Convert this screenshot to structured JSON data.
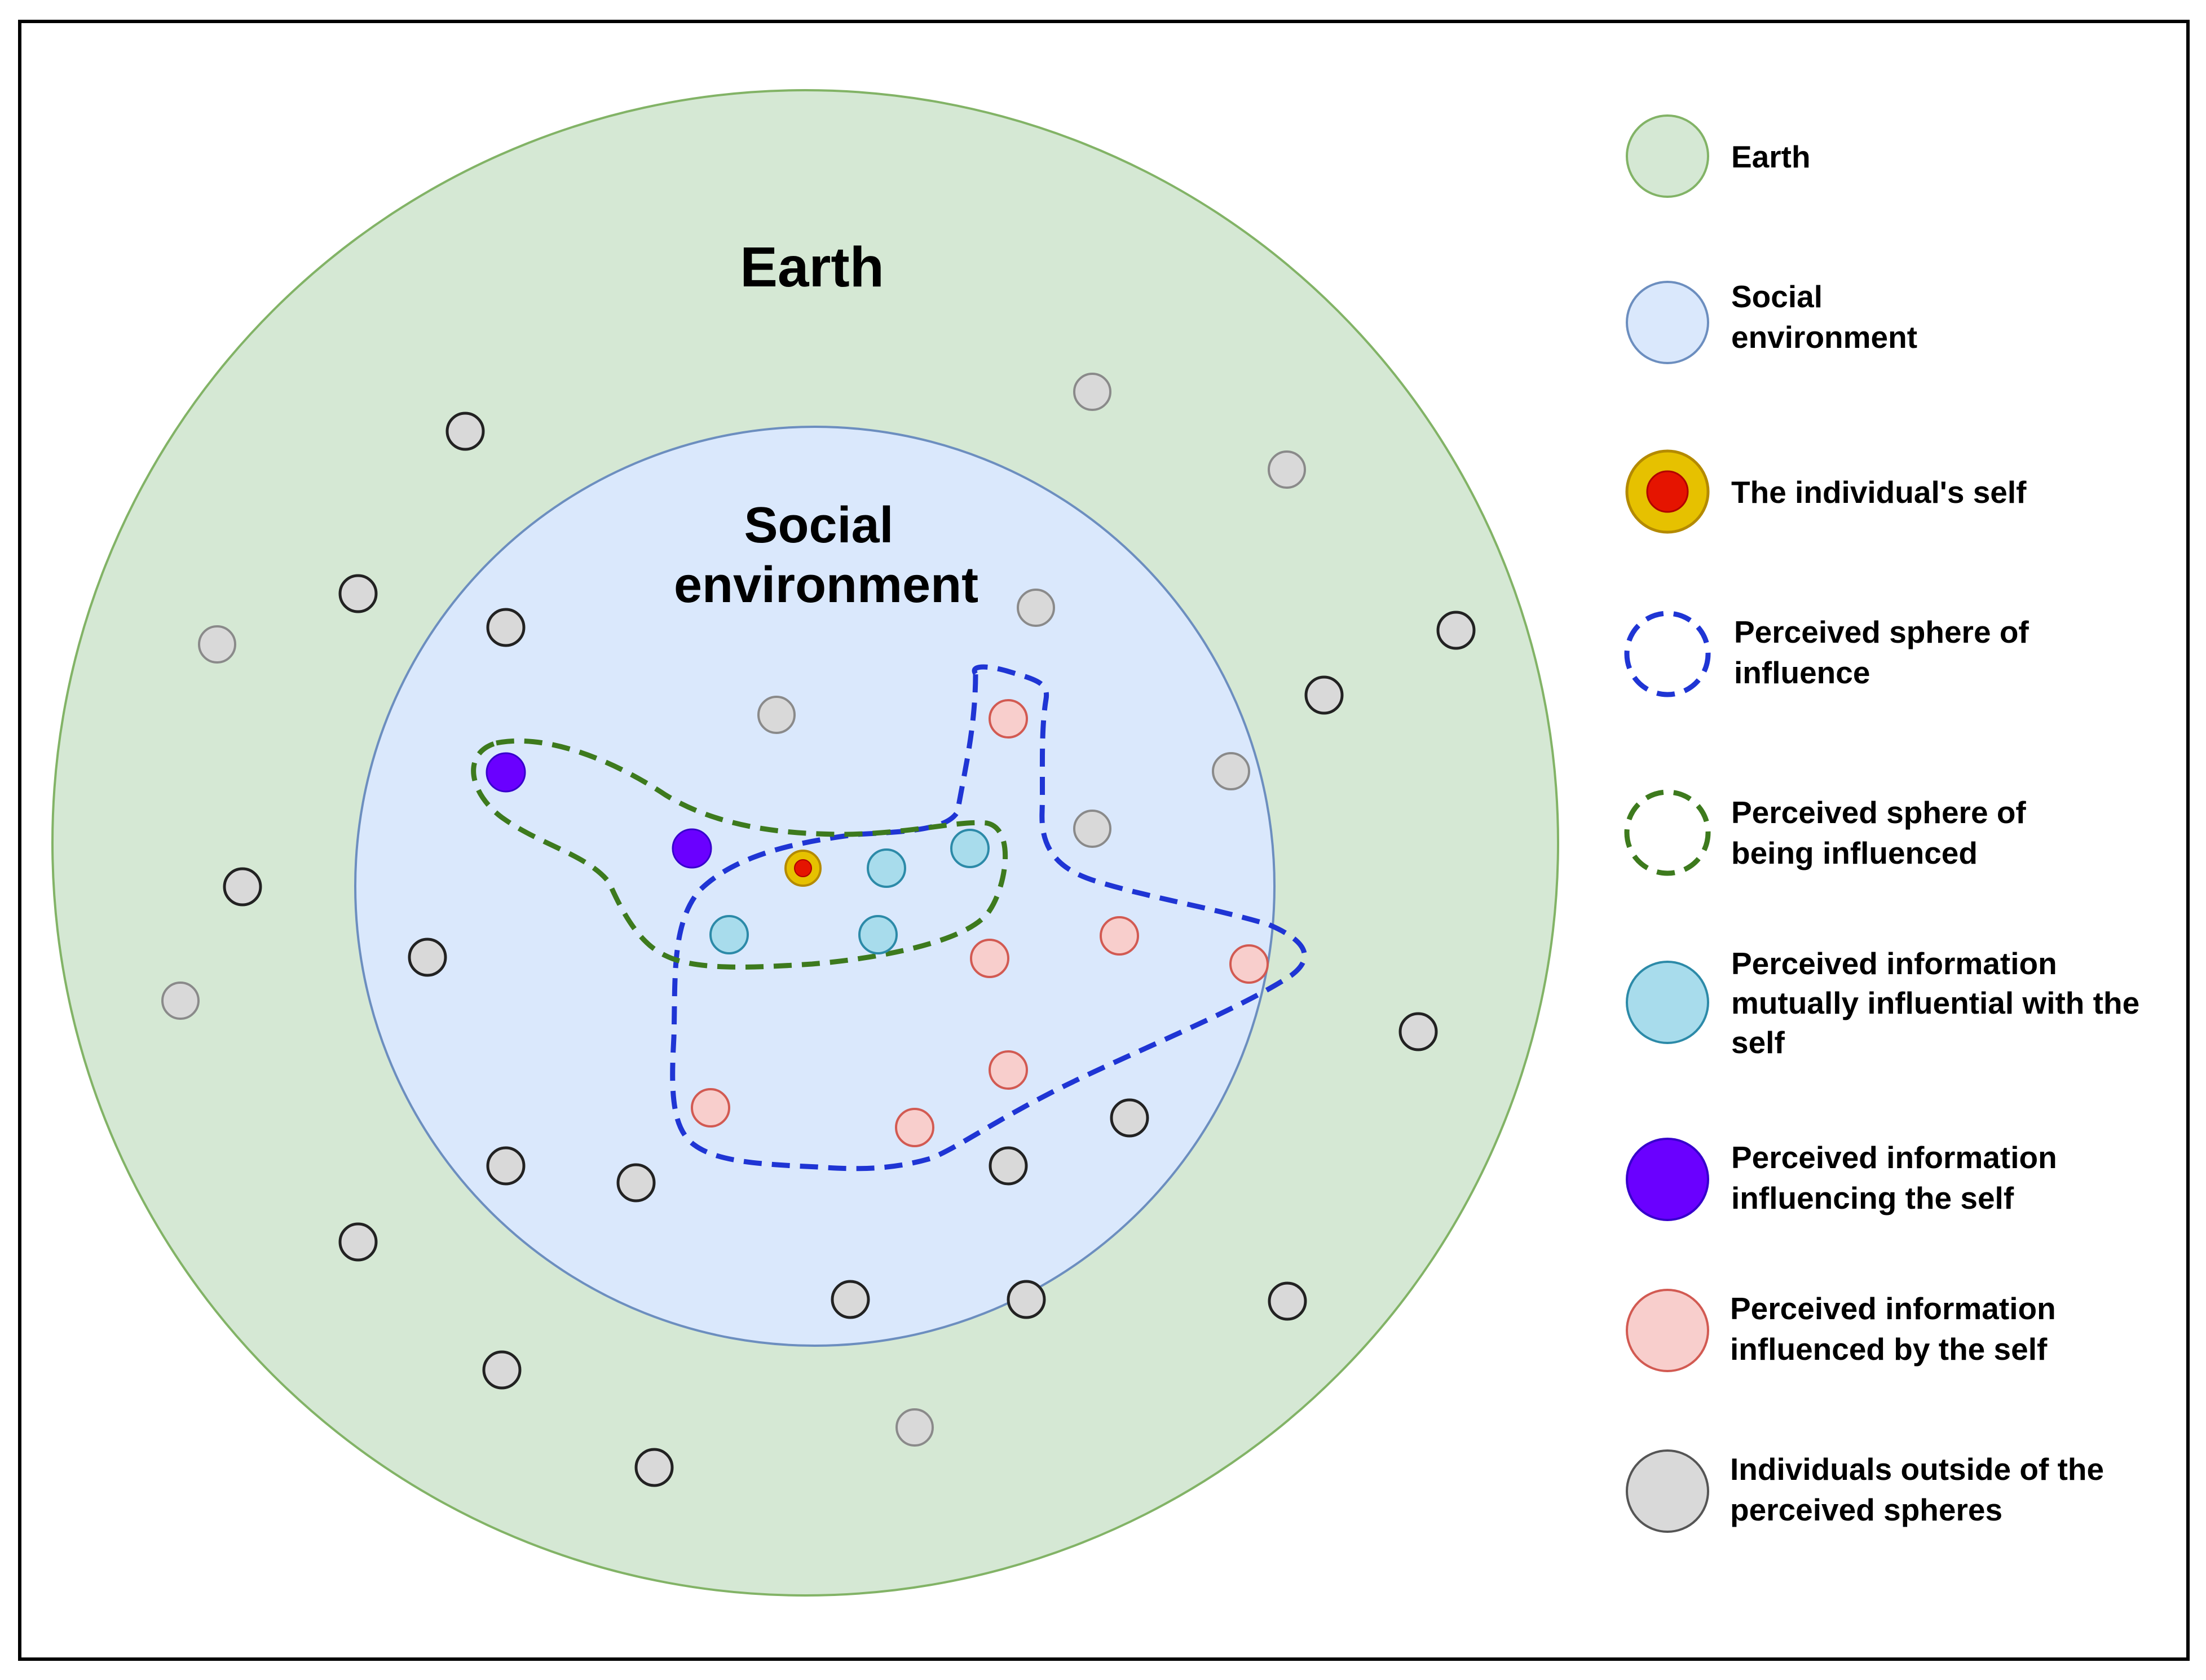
{
  "diagram": {
    "earth_title": "Earth",
    "social_title": [
      "Social",
      "environment"
    ]
  },
  "colors": {
    "earth_fill": "#d5e8d4",
    "earth_stroke": "#82b366",
    "social_fill": "#dae8fc",
    "social_stroke": "#6c8ebf",
    "self_outer": "#e6c100",
    "self_inner": "#e51400",
    "sphere_influence": "#1f35d4",
    "sphere_influenced": "#3d7a1d",
    "mutual_fill": "#a8dcec",
    "mutual_stroke": "#2c8aa8",
    "influencing_fill": "#6a00ff",
    "influencing_stroke": "#3700cc",
    "influenced_fill": "#f8cecc",
    "influenced_stroke": "#d25a52",
    "outside_fill": "#d9d9d9",
    "outside_stroke": "#555555"
  },
  "legend": [
    {
      "key": "earth",
      "lines": [
        "Earth"
      ]
    },
    {
      "key": "social",
      "lines": [
        "Social",
        "environment"
      ]
    },
    {
      "key": "self",
      "lines": [
        "The individual's self"
      ]
    },
    {
      "key": "influence",
      "lines": [
        "Perceived sphere of",
        "influence"
      ]
    },
    {
      "key": "influenced",
      "lines": [
        "Perceived sphere of",
        "being influenced"
      ]
    },
    {
      "key": "mutual",
      "lines": [
        "Perceived information",
        "mutually influential with the",
        "self"
      ]
    },
    {
      "key": "influencing",
      "lines": [
        "Perceived information",
        "influencing the self"
      ]
    },
    {
      "key": "influencedby",
      "lines": [
        "Perceived information",
        "influenced by the self"
      ]
    },
    {
      "key": "outside",
      "lines": [
        "Individuals outside of the",
        "perceived spheres"
      ]
    }
  ]
}
